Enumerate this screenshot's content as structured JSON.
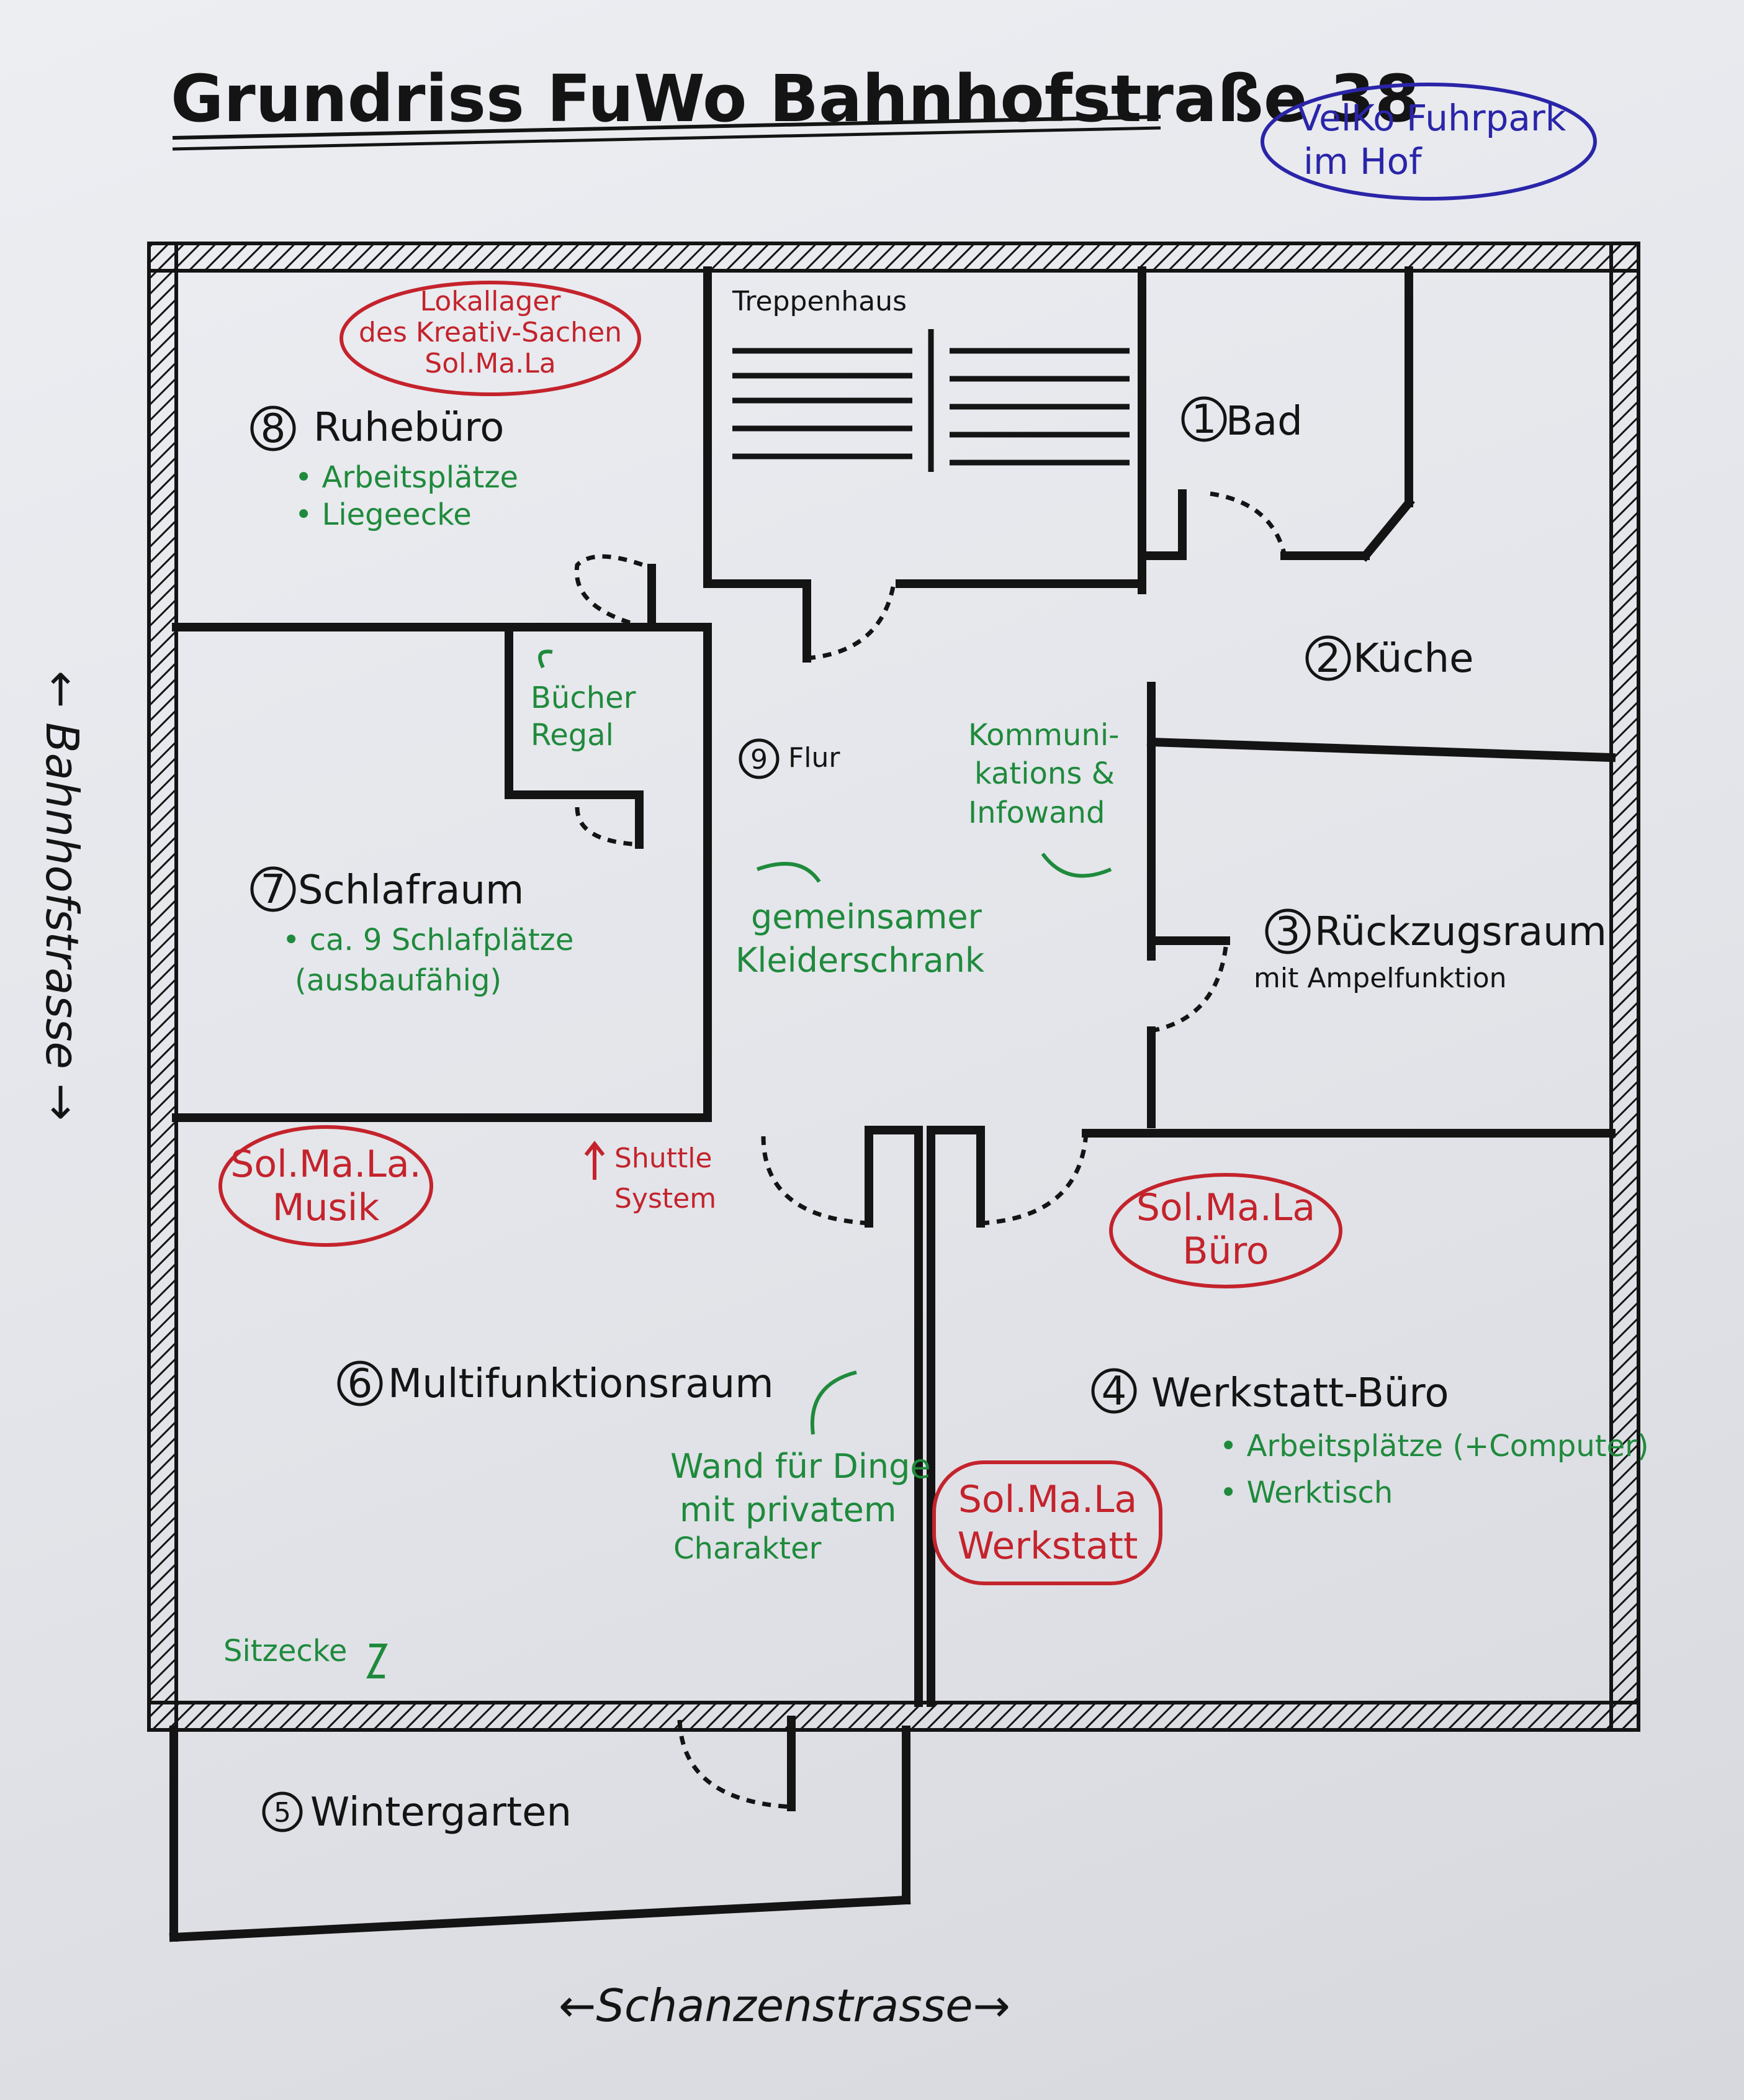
{
  "title": "Grundriss FuWo Bahnhofstraße 38",
  "note_blue": [
    "VelKo Fuhrpark",
    "im Hof"
  ],
  "streets": {
    "left": "← Bahnhofstrasse →",
    "bottom": "←Schanzenstrasse→"
  },
  "rooms": {
    "r1": {
      "num": "1",
      "name": "Bad"
    },
    "r2": {
      "num": "2",
      "name": "Küche"
    },
    "r3": {
      "num": "3",
      "name": "Rückzugsraum",
      "sub": "mit Ampelfunktion"
    },
    "r4": {
      "num": "4",
      "name": "Werkstatt-Büro",
      "items": [
        "• Arbeitsplätze (+Computer)",
        "• Werktisch"
      ]
    },
    "r5": {
      "num": "5",
      "name": "Wintergarten"
    },
    "r6": {
      "num": "6",
      "name": "Multifunktionsraum"
    },
    "r7": {
      "num": "7",
      "name": "Schlafraum",
      "items": [
        "• ca. 9 Schlafplätze",
        "(ausbaufähig)"
      ]
    },
    "r8": {
      "num": "8",
      "name": "Ruhebüro",
      "items": [
        "• Arbeitsplätze",
        "• Liegeecke"
      ]
    },
    "r9": {
      "num": "9",
      "name": "Flur"
    },
    "stairs": "Treppenhaus"
  },
  "green_notes": {
    "buecher": [
      "Bücher",
      "Regal"
    ],
    "kommunikation": [
      "Kommuni-",
      "kations &",
      "Infowand"
    ],
    "kleider": [
      "gemeinsamer",
      "Kleiderschrank"
    ],
    "shuttle": [
      "Shuttle",
      "System"
    ],
    "wand": [
      "Wand für Dinge",
      "mit privatem",
      "Charakter"
    ],
    "sitzecke": "Sitzecke"
  },
  "red_notes": {
    "lokallager": [
      "Lokallager",
      "des Kreativ-Sachen",
      "Sol.Ma.La"
    ],
    "musik": [
      "Sol.Ma.La.",
      "Musik"
    ],
    "buero": [
      "Sol.Ma.La",
      "Büro"
    ],
    "werkstatt": [
      "Sol.Ma.La",
      "Werkstatt"
    ]
  },
  "colors": {
    "ink": "#141414",
    "green": "#1f8a3c",
    "red": "#c4232c",
    "blue": "#2a25a8"
  }
}
